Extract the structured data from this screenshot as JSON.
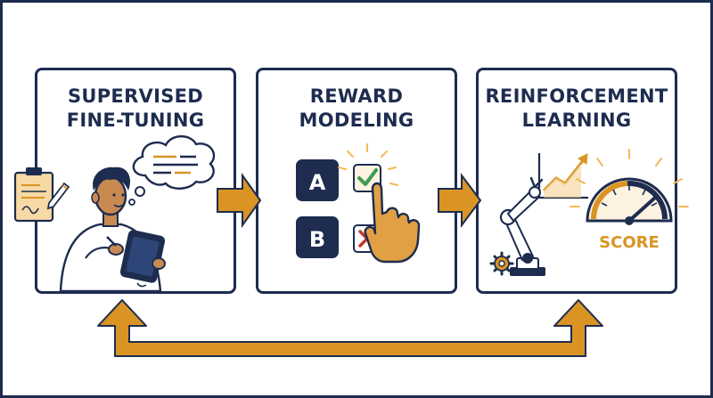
{
  "steps": [
    {
      "title_line1": "SUPERVISED",
      "title_line2": "FINE-TUNING"
    },
    {
      "title_line1": "REWARD",
      "title_line2": "MODELING"
    },
    {
      "title_line1": "REINFORCEMENT",
      "title_line2": "LEARNING"
    }
  ],
  "options": {
    "a": "A",
    "b": "B"
  },
  "gauge": {
    "label": "SCORE"
  },
  "colors": {
    "navy": "#1d2c4f",
    "gold": "#d99423",
    "light_gold": "#f6d9a4",
    "check_green": "#3e9a52",
    "cross_red": "#c0392b"
  },
  "icons": [
    "clipboard-icon",
    "thought-bubble-icon",
    "tablet-icon",
    "check-icon",
    "cross-icon",
    "hand-pointer-icon",
    "robot-arm-icon",
    "gear-icon",
    "rising-chart-icon",
    "gauge-icon"
  ]
}
